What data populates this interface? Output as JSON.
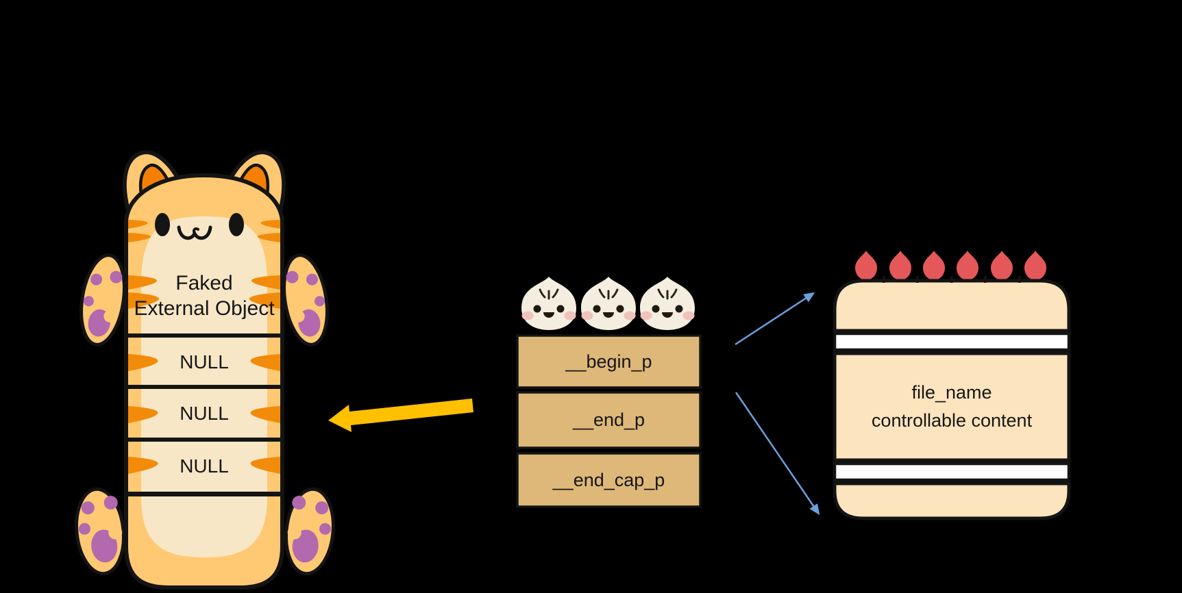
{
  "scene": {
    "background_color": "#000000"
  },
  "fake_object_card": {
    "title_line1": "Faked",
    "title_line2": "External Object",
    "slots": [
      "NULL",
      "NULL",
      "NULL"
    ]
  },
  "pointer_struct": {
    "fields": [
      "__begin_p",
      "__end_p",
      "__end_cap_p"
    ],
    "dumpling_count": 3
  },
  "buffer_card": {
    "line1": "file_name",
    "line2": "controllable content",
    "strawberry_count": 6
  },
  "icons": {
    "left": "cat-icon",
    "middle": "dumpling-icon",
    "right": "strawberry-cake-icon",
    "arrows": [
      "yellow-arrow-left",
      "blue-arrow-up-right",
      "blue-arrow-down-right"
    ]
  },
  "colors": {
    "background": "#000000",
    "cat_body": "#FFC873",
    "cat_stripe": "#F28B0A",
    "cat_ear_inner": "#F57F04",
    "cat_belly": "#F8E7C6",
    "paw_pad": "#B369AE",
    "struct_box": "#DDB878",
    "dumpling_body": "#F3EEDF",
    "cheek_pink": "#F2C2BC",
    "cake_cream": "#FCE4BE",
    "strawberry": "#E4585A",
    "arrow_yellow": "#FFC000",
    "arrow_blue": "#6CA0DC",
    "outline": "#141414"
  }
}
